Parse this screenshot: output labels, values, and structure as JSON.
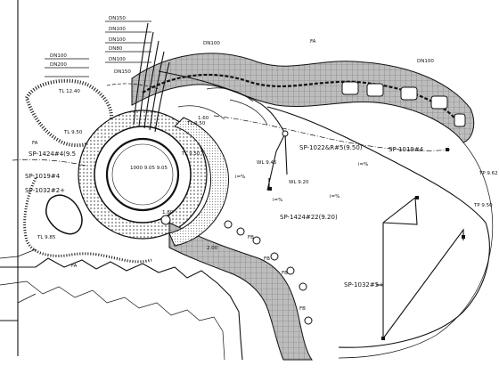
{
  "colors": {
    "ink": "#111111",
    "paper": "#ffffff",
    "paving": "#9a9a9a"
  },
  "pipe_legend": [
    "DN150",
    "DN100",
    "DN100",
    "DN80",
    "DN100"
  ],
  "pipe_legend_left": [
    "DN100",
    "DN200"
  ],
  "pipe_left_small": "DN150",
  "top_pipe_labels": [
    "DN100",
    "DN100"
  ],
  "area_marks": [
    "FA",
    "FA",
    "FA"
  ],
  "pipe_tags": {
    "sp1424_top": "SP-1424#4(9.5",
    "sp1019_left": "SP-1019#4",
    "sp1032_left": "SP-1032#2+",
    "sp1022": "SP-1022&R#5(9.50)",
    "sp1019_right": "SP-1019#4",
    "sp1424_mid": "SP-1424#22(9.20)",
    "sp1032_bottom": "SP-1032#5+"
  },
  "elevations": {
    "left_top": "TL 12.40",
    "left_mid": "TL 9.50",
    "inner_a": "TL 9.50",
    "inner_b": "TL 9.50",
    "right_a": "TP 9.62",
    "right_b": "TP 9.50",
    "mid_a": "WL 9.45",
    "mid_b": "WL 9.20",
    "left_low": "TL 9.85",
    "center_num": "1000 9.05 9.05"
  },
  "numbers": {
    "n1": "1.60",
    "n2": "1.80",
    "n3": "2.00"
  },
  "slopes": [
    "i=%",
    "i=%",
    "i=%",
    "i=%"
  ],
  "small_marks": [
    "FB",
    "FB",
    "FB",
    "FB"
  ]
}
